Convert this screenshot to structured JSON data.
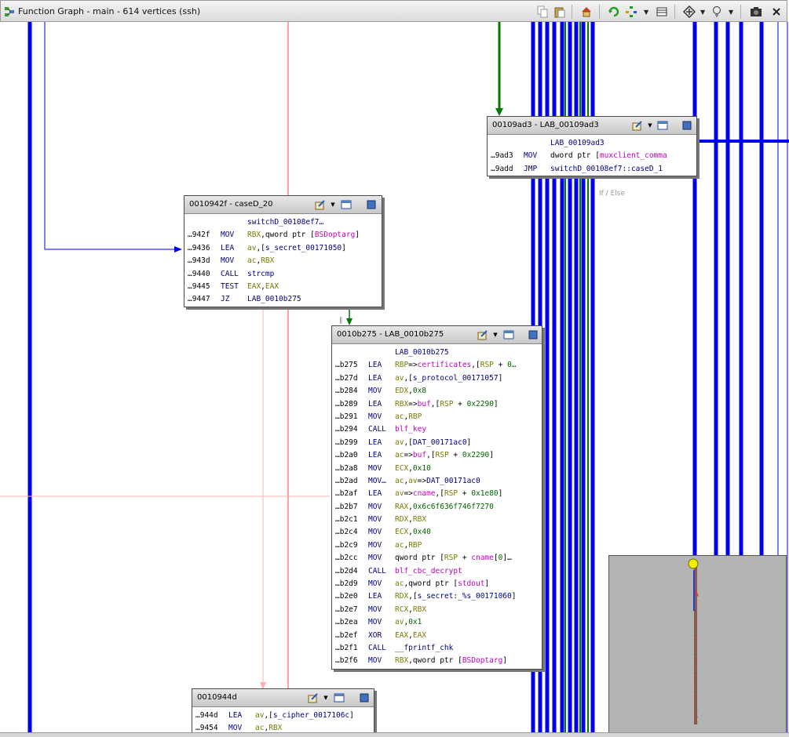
{
  "window": {
    "title": "Function Graph - main - 614 vertices  (ssh)"
  },
  "toolbar": {
    "icons": [
      "copy-icon",
      "paste-icon",
      "home-icon",
      "refresh-icon",
      "layout-icon",
      "grid-icon",
      "navigate-icon",
      "zoom-icon",
      "snapshot-icon"
    ]
  },
  "edge_label": "If / Else",
  "blocks": {
    "b9ad3": {
      "title": "00109ad3 - LAB_00109ad3",
      "lines": [
        {
          "addr": "",
          "mnem": "",
          "ops": [
            {
              "t": "LAB_00109ad3",
              "c": "lbl"
            }
          ]
        },
        {
          "addr": "…9ad3",
          "mnem": "MOV",
          "ops": [
            {
              "t": "dword ptr [",
              "c": "op"
            },
            {
              "t": "muxclient_comma",
              "c": "sym"
            }
          ]
        },
        {
          "addr": "…9add",
          "mnem": "JMP",
          "ops": [
            {
              "t": "switchD_00108ef7::caseD_1",
              "c": "lbl"
            }
          ]
        }
      ]
    },
    "b942f": {
      "title": "0010942f - caseD_20",
      "lines": [
        {
          "addr": "",
          "mnem": "",
          "ops": [
            {
              "t": "switchD_00108ef7…",
              "c": "lbl"
            }
          ]
        },
        {
          "addr": "…942f",
          "mnem": "MOV",
          "ops": [
            {
              "t": "RBX",
              "c": "reg"
            },
            {
              "t": ",qword ptr [",
              "c": "op"
            },
            {
              "t": "BSDoptarg",
              "c": "sym"
            },
            {
              "t": "]",
              "c": "op"
            }
          ]
        },
        {
          "addr": "…9436",
          "mnem": "LEA",
          "ops": [
            {
              "t": "av",
              "c": "reg"
            },
            {
              "t": ",[",
              "c": "op"
            },
            {
              "t": "s_secret_00171050",
              "c": "lbl"
            },
            {
              "t": "]",
              "c": "op"
            }
          ]
        },
        {
          "addr": "…943d",
          "mnem": "MOV",
          "ops": [
            {
              "t": "ac",
              "c": "reg"
            },
            {
              "t": ",",
              "c": "op"
            },
            {
              "t": "RBX",
              "c": "reg"
            }
          ]
        },
        {
          "addr": "…9440",
          "mnem": "CALL",
          "ops": [
            {
              "t": "strcmp",
              "c": "lbl"
            }
          ]
        },
        {
          "addr": "…9445",
          "mnem": "TEST",
          "ops": [
            {
              "t": "EAX",
              "c": "reg"
            },
            {
              "t": ",",
              "c": "op"
            },
            {
              "t": "EAX",
              "c": "reg"
            }
          ]
        },
        {
          "addr": "…9447",
          "mnem": "JZ",
          "ops": [
            {
              "t": "LAB_0010b275",
              "c": "lbl"
            }
          ]
        }
      ]
    },
    "bb275": {
      "title": "0010b275 - LAB_0010b275",
      "lines": [
        {
          "addr": "",
          "mnem": "",
          "ops": [
            {
              "t": "LAB_0010b275",
              "c": "lbl"
            }
          ]
        },
        {
          "addr": "…b275",
          "mnem": "LEA",
          "ops": [
            {
              "t": "RBP",
              "c": "reg"
            },
            {
              "t": "=>",
              "c": "op"
            },
            {
              "t": "certificates",
              "c": "sym"
            },
            {
              "t": ",[",
              "c": "op"
            },
            {
              "t": "RSP",
              "c": "reg"
            },
            {
              "t": " + ",
              "c": "op"
            },
            {
              "t": "0…",
              "c": "num"
            }
          ]
        },
        {
          "addr": "…b27d",
          "mnem": "LEA",
          "ops": [
            {
              "t": "av",
              "c": "reg"
            },
            {
              "t": ",[",
              "c": "op"
            },
            {
              "t": "s_protocol_00171057",
              "c": "lbl"
            },
            {
              "t": "]",
              "c": "op"
            }
          ]
        },
        {
          "addr": "…b284",
          "mnem": "MOV",
          "ops": [
            {
              "t": "EDX",
              "c": "reg"
            },
            {
              "t": ",",
              "c": "op"
            },
            {
              "t": "0x8",
              "c": "num"
            }
          ]
        },
        {
          "addr": "…b289",
          "mnem": "LEA",
          "ops": [
            {
              "t": "RBX",
              "c": "reg"
            },
            {
              "t": "=>",
              "c": "op"
            },
            {
              "t": "buf",
              "c": "sym"
            },
            {
              "t": ",[",
              "c": "op"
            },
            {
              "t": "RSP",
              "c": "reg"
            },
            {
              "t": " + ",
              "c": "op"
            },
            {
              "t": "0x2290",
              "c": "num"
            },
            {
              "t": "]",
              "c": "op"
            }
          ]
        },
        {
          "addr": "…b291",
          "mnem": "MOV",
          "ops": [
            {
              "t": "ac",
              "c": "reg"
            },
            {
              "t": ",",
              "c": "op"
            },
            {
              "t": "RBP",
              "c": "reg"
            }
          ]
        },
        {
          "addr": "…b294",
          "mnem": "CALL",
          "ops": [
            {
              "t": "blf_key",
              "c": "fn"
            }
          ]
        },
        {
          "addr": "…b299",
          "mnem": "LEA",
          "ops": [
            {
              "t": "av",
              "c": "reg"
            },
            {
              "t": ",[",
              "c": "op"
            },
            {
              "t": "DAT_00171ac0",
              "c": "lbl"
            },
            {
              "t": "]",
              "c": "op"
            }
          ]
        },
        {
          "addr": "…b2a0",
          "mnem": "LEA",
          "ops": [
            {
              "t": "ac",
              "c": "reg"
            },
            {
              "t": "=>",
              "c": "op"
            },
            {
              "t": "buf",
              "c": "sym"
            },
            {
              "t": ",[",
              "c": "op"
            },
            {
              "t": "RSP",
              "c": "reg"
            },
            {
              "t": " + ",
              "c": "op"
            },
            {
              "t": "0x2290",
              "c": "num"
            },
            {
              "t": "]",
              "c": "op"
            }
          ]
        },
        {
          "addr": "…b2a8",
          "mnem": "MOV",
          "ops": [
            {
              "t": "ECX",
              "c": "reg"
            },
            {
              "t": ",",
              "c": "op"
            },
            {
              "t": "0x10",
              "c": "num"
            }
          ]
        },
        {
          "addr": "…b2ad",
          "mnem": "MOV…",
          "ops": [
            {
              "t": "ac",
              "c": "reg"
            },
            {
              "t": ",",
              "c": "op"
            },
            {
              "t": "av",
              "c": "reg"
            },
            {
              "t": "=>",
              "c": "op"
            },
            {
              "t": "DAT_00171ac0",
              "c": "lbl"
            }
          ]
        },
        {
          "addr": "…b2af",
          "mnem": "LEA",
          "ops": [
            {
              "t": "av",
              "c": "reg"
            },
            {
              "t": "=>",
              "c": "op"
            },
            {
              "t": "cname",
              "c": "sym"
            },
            {
              "t": ",[",
              "c": "op"
            },
            {
              "t": "RSP",
              "c": "reg"
            },
            {
              "t": " + ",
              "c": "op"
            },
            {
              "t": "0x1e80",
              "c": "num"
            },
            {
              "t": "]",
              "c": "op"
            }
          ]
        },
        {
          "addr": "…b2b7",
          "mnem": "MOV",
          "ops": [
            {
              "t": "RAX",
              "c": "reg"
            },
            {
              "t": ",",
              "c": "op"
            },
            {
              "t": "0x6c6f636f746f7270",
              "c": "num"
            }
          ]
        },
        {
          "addr": "…b2c1",
          "mnem": "MOV",
          "ops": [
            {
              "t": "RDX",
              "c": "reg"
            },
            {
              "t": ",",
              "c": "op"
            },
            {
              "t": "RBX",
              "c": "reg"
            }
          ]
        },
        {
          "addr": "…b2c4",
          "mnem": "MOV",
          "ops": [
            {
              "t": "ECX",
              "c": "reg"
            },
            {
              "t": ",",
              "c": "op"
            },
            {
              "t": "0x40",
              "c": "num"
            }
          ]
        },
        {
          "addr": "…b2c9",
          "mnem": "MOV",
          "ops": [
            {
              "t": "ac",
              "c": "reg"
            },
            {
              "t": ",",
              "c": "op"
            },
            {
              "t": "RBP",
              "c": "reg"
            }
          ]
        },
        {
          "addr": "…b2cc",
          "mnem": "MOV",
          "ops": [
            {
              "t": "qword ptr [",
              "c": "op"
            },
            {
              "t": "RSP",
              "c": "reg"
            },
            {
              "t": " + ",
              "c": "op"
            },
            {
              "t": "cname",
              "c": "sym"
            },
            {
              "t": "[",
              "c": "op"
            },
            {
              "t": "0",
              "c": "num"
            },
            {
              "t": "]…",
              "c": "op"
            }
          ]
        },
        {
          "addr": "…b2d4",
          "mnem": "CALL",
          "ops": [
            {
              "t": "blf_cbc_decrypt",
              "c": "fn"
            }
          ]
        },
        {
          "addr": "…b2d9",
          "mnem": "MOV",
          "ops": [
            {
              "t": "ac",
              "c": "reg"
            },
            {
              "t": ",qword ptr [",
              "c": "op"
            },
            {
              "t": "stdout",
              "c": "sym"
            },
            {
              "t": "]",
              "c": "op"
            }
          ]
        },
        {
          "addr": "…b2e0",
          "mnem": "LEA",
          "ops": [
            {
              "t": "RDX",
              "c": "reg"
            },
            {
              "t": ",[",
              "c": "op"
            },
            {
              "t": "s_secret:_%s_00171060",
              "c": "lbl"
            },
            {
              "t": "]",
              "c": "op"
            }
          ]
        },
        {
          "addr": "…b2e7",
          "mnem": "MOV",
          "ops": [
            {
              "t": "RCX",
              "c": "reg"
            },
            {
              "t": ",",
              "c": "op"
            },
            {
              "t": "RBX",
              "c": "reg"
            }
          ]
        },
        {
          "addr": "…b2ea",
          "mnem": "MOV",
          "ops": [
            {
              "t": "av",
              "c": "reg"
            },
            {
              "t": ",",
              "c": "op"
            },
            {
              "t": "0x1",
              "c": "num"
            }
          ]
        },
        {
          "addr": "…b2ef",
          "mnem": "XOR",
          "ops": [
            {
              "t": "EAX",
              "c": "reg"
            },
            {
              "t": ",",
              "c": "op"
            },
            {
              "t": "EAX",
              "c": "reg"
            }
          ]
        },
        {
          "addr": "…b2f1",
          "mnem": "CALL",
          "ops": [
            {
              "t": "__fprintf_chk",
              "c": "lbl"
            }
          ]
        },
        {
          "addr": "…b2f6",
          "mnem": "MOV",
          "ops": [
            {
              "t": "RBX",
              "c": "reg"
            },
            {
              "t": ",qword ptr [",
              "c": "op"
            },
            {
              "t": "BSDoptarg",
              "c": "sym"
            },
            {
              "t": "]",
              "c": "op"
            }
          ]
        }
      ]
    },
    "b944d": {
      "title": "0010944d",
      "lines": [
        {
          "addr": "…944d",
          "mnem": "LEA",
          "ops": [
            {
              "t": "av",
              "c": "reg"
            },
            {
              "t": ",[",
              "c": "op"
            },
            {
              "t": "s_cipher_0017106c",
              "c": "lbl"
            },
            {
              "t": "]",
              "c": "op"
            }
          ]
        },
        {
          "addr": "…9454",
          "mnem": "MOV",
          "ops": [
            {
              "t": "ac",
              "c": "reg"
            },
            {
              "t": ",",
              "c": "op"
            },
            {
              "t": "RBX",
              "c": "reg"
            }
          ]
        }
      ]
    }
  },
  "colors": {
    "edge_blue": "#0000ee",
    "edge_green": "#007a00",
    "edge_red": "#ff8080",
    "minimap_bg": "#b4b4b4"
  }
}
